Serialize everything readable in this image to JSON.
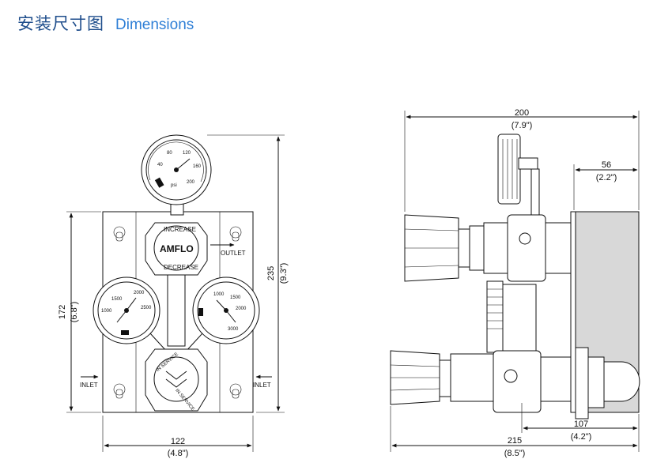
{
  "header": {
    "title_cn": "安装尺寸图",
    "title_en": "Dimensions"
  },
  "front_view": {
    "brand": "AMFLO",
    "knob_top_text": "INCREASE",
    "knob_bottom_text": "DECREASE",
    "knob2_text_a": "IN SERVICE",
    "knob2_text_b": "IN SERVICE",
    "outlet_label": "OUTLET",
    "inlet_left_label": "INLET",
    "inlet_right_label": "INLET",
    "dim_width_mm": "122",
    "dim_width_in": "(4.8\")",
    "dim_height_mm": "172",
    "dim_height_in": "(6.8\")",
    "dim_total_height_mm": "235",
    "dim_total_height_in": "(9.3\")"
  },
  "side_view": {
    "dim_total_width_mm": "200",
    "dim_total_width_in": "(7.9\")",
    "dim_depth_mm": "56",
    "dim_depth_in": "(2.2\")",
    "dim_lower_mm": "107",
    "dim_lower_in": "(4.2\")",
    "dim_bottom_mm": "215",
    "dim_bottom_in": "(8.5\")"
  }
}
